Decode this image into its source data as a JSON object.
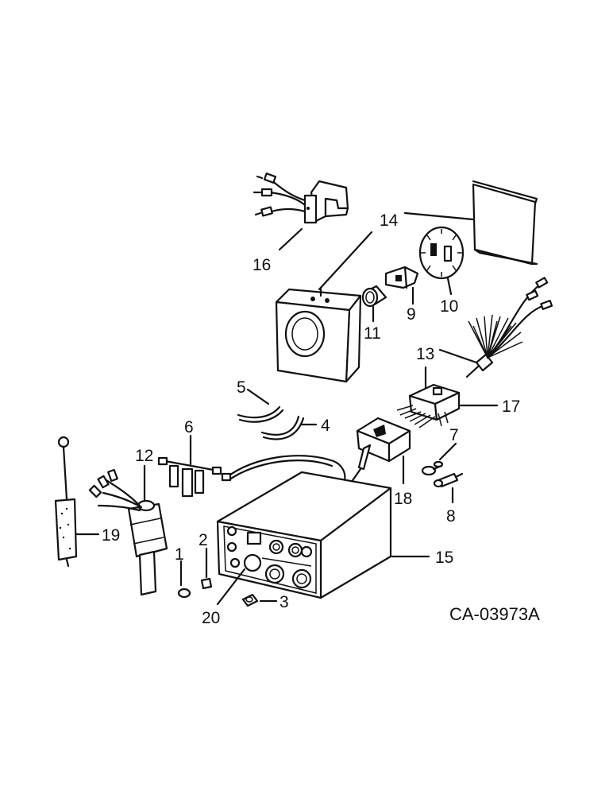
{
  "diagram": {
    "drawing_code": "CA-03973A",
    "callouts": [
      {
        "id": "1",
        "text": "1"
      },
      {
        "id": "2",
        "text": "2"
      },
      {
        "id": "3",
        "text": "3"
      },
      {
        "id": "4",
        "text": "4"
      },
      {
        "id": "5",
        "text": "5"
      },
      {
        "id": "6",
        "text": "6"
      },
      {
        "id": "7",
        "text": "7"
      },
      {
        "id": "8",
        "text": "8"
      },
      {
        "id": "9",
        "text": "9"
      },
      {
        "id": "10",
        "text": "10"
      },
      {
        "id": "11",
        "text": "11"
      },
      {
        "id": "12",
        "text": "12"
      },
      {
        "id": "13",
        "text": "13"
      },
      {
        "id": "14",
        "text": "14"
      },
      {
        "id": "15",
        "text": "15"
      },
      {
        "id": "16",
        "text": "16"
      },
      {
        "id": "17",
        "text": "17"
      },
      {
        "id": "18",
        "text": "18"
      },
      {
        "id": "19",
        "text": "19"
      },
      {
        "id": "20",
        "text": "20"
      }
    ]
  }
}
